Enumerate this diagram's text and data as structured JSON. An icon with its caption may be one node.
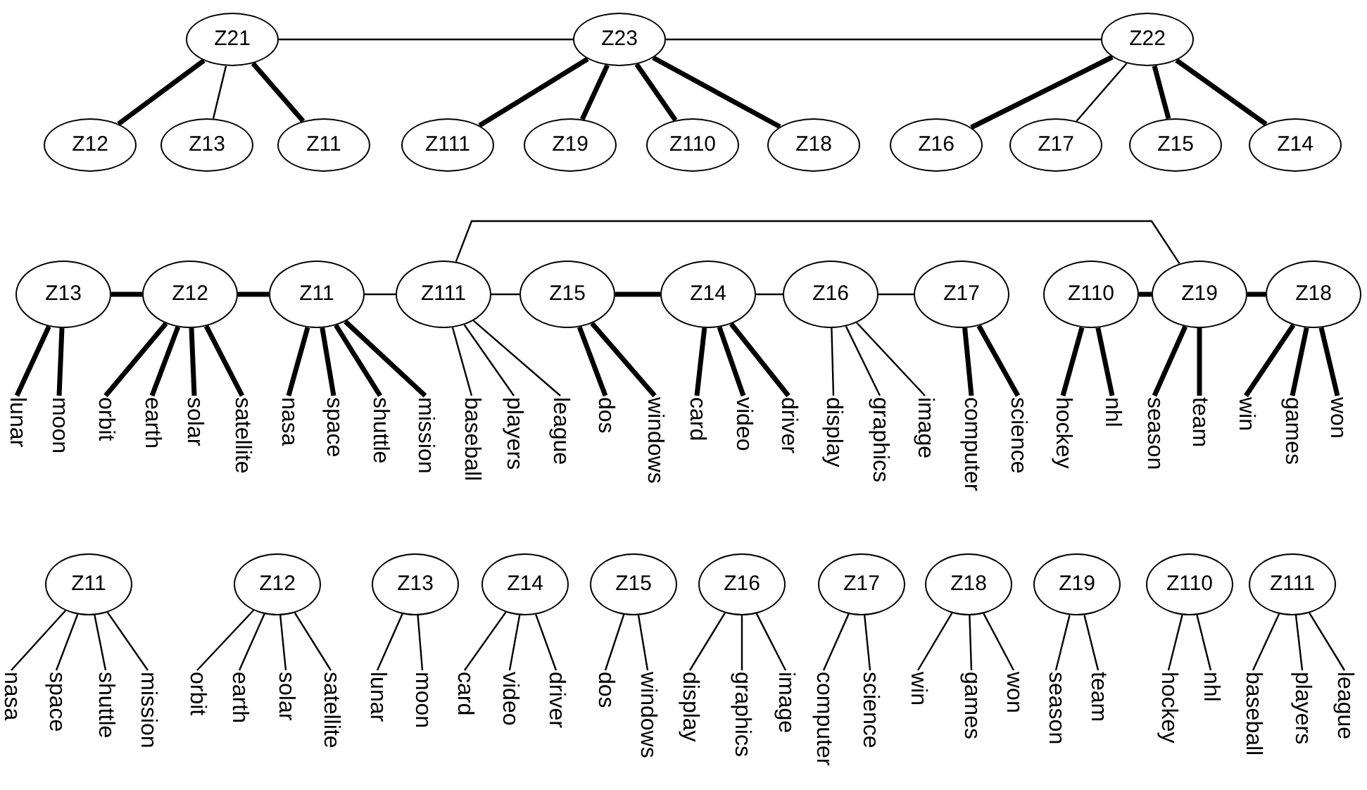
{
  "diagram": {
    "nodes": [
      {
        "text": [
          "Z21"
        ]
      },
      {
        "text": [
          "Z23"
        ]
      },
      {
        "text": [
          "Z22"
        ]
      },
      {
        "text": [
          "Z12"
        ]
      },
      {
        "text": [
          "Z13"
        ]
      },
      {
        "text": [
          "Z11"
        ]
      },
      {
        "text": [
          "Z111"
        ]
      },
      {
        "text": [
          "Z19"
        ]
      },
      {
        "text": [
          "Z110"
        ]
      },
      {
        "text": [
          "Z18"
        ]
      },
      {
        "text": [
          "Z16"
        ]
      },
      {
        "text": [
          "Z17"
        ]
      },
      {
        "text": [
          "Z15"
        ]
      },
      {
        "text": [
          "Z14"
        ]
      },
      {
        "text": [
          "Z13"
        ]
      },
      {
        "text": [
          "Z12"
        ]
      },
      {
        "text": [
          "Z11"
        ]
      },
      {
        "text": [
          "Z111"
        ]
      },
      {
        "text": [
          "Z15"
        ]
      },
      {
        "text": [
          "Z14"
        ]
      },
      {
        "text": [
          "Z16"
        ]
      },
      {
        "text": [
          "Z17"
        ]
      },
      {
        "text": [
          "Z110"
        ]
      },
      {
        "text": [
          "Z19"
        ]
      },
      {
        "text": [
          "Z18"
        ]
      },
      {
        "text": [
          "lunar"
        ]
      },
      {
        "text": [
          "moon"
        ]
      },
      {
        "text": [
          "orbit"
        ]
      },
      {
        "text": [
          "earth"
        ]
      },
      {
        "text": [
          "solar"
        ]
      },
      {
        "text": [
          "satellite"
        ]
      },
      {
        "text": [
          "nasa"
        ]
      },
      {
        "text": [
          "space"
        ]
      },
      {
        "text": [
          "shuttle"
        ]
      },
      {
        "text": [
          "mission"
        ]
      },
      {
        "text": [
          "baseball"
        ]
      },
      {
        "text": [
          "players"
        ]
      },
      {
        "text": [
          "league"
        ]
      },
      {
        "text": [
          "dos"
        ]
      },
      {
        "text": [
          "windows"
        ]
      },
      {
        "text": [
          "card"
        ]
      },
      {
        "text": [
          "video"
        ]
      },
      {
        "text": [
          "driver"
        ]
      },
      {
        "text": [
          "display"
        ]
      },
      {
        "text": [
          "graphics"
        ]
      },
      {
        "text": [
          "image"
        ]
      },
      {
        "text": [
          "computer"
        ]
      },
      {
        "text": [
          "science"
        ]
      },
      {
        "text": [
          "hockey"
        ]
      },
      {
        "text": [
          "nhl"
        ]
      },
      {
        "text": [
          "season"
        ]
      },
      {
        "text": [
          "team"
        ]
      },
      {
        "text": [
          "win"
        ]
      },
      {
        "text": [
          "games"
        ]
      },
      {
        "text": [
          "won"
        ]
      },
      {
        "text": [
          "Z11"
        ]
      },
      {
        "text": [
          "Z12"
        ]
      },
      {
        "text": [
          "Z13"
        ]
      },
      {
        "text": [
          "Z14"
        ]
      },
      {
        "text": [
          "Z15"
        ]
      },
      {
        "text": [
          "Z16"
        ]
      },
      {
        "text": [
          "Z17"
        ]
      },
      {
        "text": [
          "Z18"
        ]
      },
      {
        "text": [
          "Z19"
        ]
      },
      {
        "text": [
          "Z110"
        ]
      },
      {
        "text": [
          "Z111"
        ]
      },
      {
        "text": [
          "nasa"
        ]
      },
      {
        "text": [
          "space"
        ]
      },
      {
        "text": [
          "shuttle"
        ]
      },
      {
        "text": [
          "mission"
        ]
      },
      {
        "text": [
          "orbit"
        ]
      },
      {
        "text": [
          "earth"
        ]
      },
      {
        "text": [
          "solar"
        ]
      },
      {
        "text": [
          "satellite"
        ]
      },
      {
        "text": [
          "lunar"
        ]
      },
      {
        "text": [
          "moon"
        ]
      },
      {
        "text": [
          "card"
        ]
      },
      {
        "text": [
          "video"
        ]
      },
      {
        "text": [
          "driver"
        ]
      },
      {
        "text": [
          "dos"
        ]
      },
      {
        "text": [
          "windows"
        ]
      },
      {
        "text": [
          "display"
        ]
      },
      {
        "text": [
          "graphics"
        ]
      },
      {
        "text": [
          "image"
        ]
      },
      {
        "text": [
          "computer"
        ]
      },
      {
        "text": [
          "science"
        ]
      },
      {
        "text": [
          "win"
        ]
      },
      {
        "text": [
          "games"
        ]
      },
      {
        "text": [
          "won"
        ]
      },
      {
        "text": [
          "season"
        ]
      },
      {
        "text": [
          "team"
        ]
      },
      {
        "text": [
          "hockey"
        ]
      },
      {
        "text": [
          "nhl"
        ]
      },
      {
        "text": [
          "baseball"
        ]
      },
      {
        "text": [
          "players"
        ]
      },
      {
        "text": [
          "league"
        ]
      }
    ],
    "edges": [
      {
        "from": 0,
        "to": 1,
        "arrow": "none"
      },
      {
        "from": 1,
        "to": 2,
        "arrow": "none"
      },
      {
        "from": 0,
        "to": 3,
        "arrow": "none",
        "style": "thick"
      },
      {
        "from": 0,
        "to": 4,
        "arrow": "none"
      },
      {
        "from": 0,
        "to": 5,
        "arrow": "none",
        "style": "thick"
      },
      {
        "from": 1,
        "to": 6,
        "arrow": "none",
        "style": "thick"
      },
      {
        "from": 1,
        "to": 7,
        "arrow": "none",
        "style": "thick"
      },
      {
        "from": 1,
        "to": 8,
        "arrow": "none",
        "style": "thick"
      },
      {
        "from": 1,
        "to": 9,
        "arrow": "none",
        "style": "thick"
      },
      {
        "from": 2,
        "to": 10,
        "arrow": "none",
        "style": "thick"
      },
      {
        "from": 2,
        "to": 11,
        "arrow": "none"
      },
      {
        "from": 2,
        "to": 12,
        "arrow": "none",
        "style": "thick"
      },
      {
        "from": 2,
        "to": 13,
        "arrow": "none",
        "style": "thick"
      },
      {
        "from": 14,
        "to": 15,
        "arrow": "none",
        "style": "thick"
      },
      {
        "from": 15,
        "to": 16,
        "arrow": "none",
        "style": "thick"
      },
      {
        "from": 16,
        "to": 17,
        "arrow": "none"
      },
      {
        "from": 17,
        "to": 18,
        "arrow": "none"
      },
      {
        "from": 18,
        "to": 19,
        "arrow": "none",
        "style": "thick"
      },
      {
        "from": 19,
        "to": 20,
        "arrow": "none"
      },
      {
        "from": 20,
        "to": 21,
        "arrow": "none"
      },
      {
        "from": 17,
        "to": 23,
        "arrow": "none"
      },
      {
        "from": 22,
        "to": 23,
        "arrow": "none",
        "style": "thick"
      },
      {
        "from": 23,
        "to": 24,
        "arrow": "none",
        "style": "thick"
      },
      {
        "from": 14,
        "to": 25,
        "arrow": "none",
        "style": "thick"
      },
      {
        "from": 14,
        "to": 26,
        "arrow": "none",
        "style": "thick"
      },
      {
        "from": 15,
        "to": 27,
        "arrow": "none",
        "style": "thick"
      },
      {
        "from": 15,
        "to": 28,
        "arrow": "none",
        "style": "thick"
      },
      {
        "from": 15,
        "to": 29,
        "arrow": "none",
        "style": "thick"
      },
      {
        "from": 15,
        "to": 30,
        "arrow": "none",
        "style": "thick"
      },
      {
        "from": 16,
        "to": 31,
        "arrow": "none",
        "style": "thick"
      },
      {
        "from": 16,
        "to": 32,
        "arrow": "none",
        "style": "thick"
      },
      {
        "from": 16,
        "to": 33,
        "arrow": "none",
        "style": "thick"
      },
      {
        "from": 16,
        "to": 34,
        "arrow": "none",
        "style": "thick"
      },
      {
        "from": 17,
        "to": 35,
        "arrow": "none"
      },
      {
        "from": 17,
        "to": 36,
        "arrow": "none"
      },
      {
        "from": 17,
        "to": 37,
        "arrow": "none"
      },
      {
        "from": 18,
        "to": 38,
        "arrow": "none",
        "style": "thick"
      },
      {
        "from": 18,
        "to": 39,
        "arrow": "none",
        "style": "thick"
      },
      {
        "from": 19,
        "to": 40,
        "arrow": "none",
        "style": "thick"
      },
      {
        "from": 19,
        "to": 41,
        "arrow": "none",
        "style": "thick"
      },
      {
        "from": 19,
        "to": 42,
        "arrow": "none",
        "style": "thick"
      },
      {
        "from": 20,
        "to": 43,
        "arrow": "none"
      },
      {
        "from": 20,
        "to": 44,
        "arrow": "none"
      },
      {
        "from": 20,
        "to": 45,
        "arrow": "none"
      },
      {
        "from": 21,
        "to": 46,
        "arrow": "none",
        "style": "thick"
      },
      {
        "from": 21,
        "to": 47,
        "arrow": "none",
        "style": "thick"
      },
      {
        "from": 22,
        "to": 48,
        "arrow": "none",
        "style": "thick"
      },
      {
        "from": 22,
        "to": 49,
        "arrow": "none",
        "style": "thick"
      },
      {
        "from": 23,
        "to": 50,
        "arrow": "none",
        "style": "thick"
      },
      {
        "from": 23,
        "to": 51,
        "arrow": "none",
        "style": "thick"
      },
      {
        "from": 24,
        "to": 52,
        "arrow": "none",
        "style": "thick"
      },
      {
        "from": 24,
        "to": 53,
        "arrow": "none",
        "style": "thick"
      },
      {
        "from": 24,
        "to": 54,
        "arrow": "none",
        "style": "thick"
      },
      {
        "from": 55,
        "to": 66,
        "arrow": "none"
      },
      {
        "from": 55,
        "to": 67,
        "arrow": "none"
      },
      {
        "from": 55,
        "to": 68,
        "arrow": "none"
      },
      {
        "from": 55,
        "to": 69,
        "arrow": "none"
      },
      {
        "from": 56,
        "to": 70,
        "arrow": "none"
      },
      {
        "from": 56,
        "to": 71,
        "arrow": "none"
      },
      {
        "from": 56,
        "to": 72,
        "arrow": "none"
      },
      {
        "from": 56,
        "to": 73,
        "arrow": "none"
      },
      {
        "from": 57,
        "to": 74,
        "arrow": "none"
      },
      {
        "from": 57,
        "to": 75,
        "arrow": "none"
      },
      {
        "from": 58,
        "to": 76,
        "arrow": "none"
      },
      {
        "from": 58,
        "to": 77,
        "arrow": "none"
      },
      {
        "from": 58,
        "to": 78,
        "arrow": "none"
      },
      {
        "from": 59,
        "to": 79,
        "arrow": "none"
      },
      {
        "from": 59,
        "to": 80,
        "arrow": "none"
      },
      {
        "from": 60,
        "to": 81,
        "arrow": "none"
      },
      {
        "from": 60,
        "to": 82,
        "arrow": "none"
      },
      {
        "from": 60,
        "to": 83,
        "arrow": "none"
      },
      {
        "from": 61,
        "to": 84,
        "arrow": "none"
      },
      {
        "from": 61,
        "to": 85,
        "arrow": "none"
      },
      {
        "from": 62,
        "to": 86,
        "arrow": "none"
      },
      {
        "from": 62,
        "to": 87,
        "arrow": "none"
      },
      {
        "from": 62,
        "to": 88,
        "arrow": "none"
      },
      {
        "from": 63,
        "to": 89,
        "arrow": "none"
      },
      {
        "from": 63,
        "to": 90,
        "arrow": "none"
      },
      {
        "from": 64,
        "to": 91,
        "arrow": "none"
      },
      {
        "from": 64,
        "to": 92,
        "arrow": "none"
      },
      {
        "from": 65,
        "to": 93,
        "arrow": "none"
      },
      {
        "from": 65,
        "to": 94,
        "arrow": "none"
      },
      {
        "from": 65,
        "to": 95,
        "arrow": "none"
      }
    ]
  }
}
